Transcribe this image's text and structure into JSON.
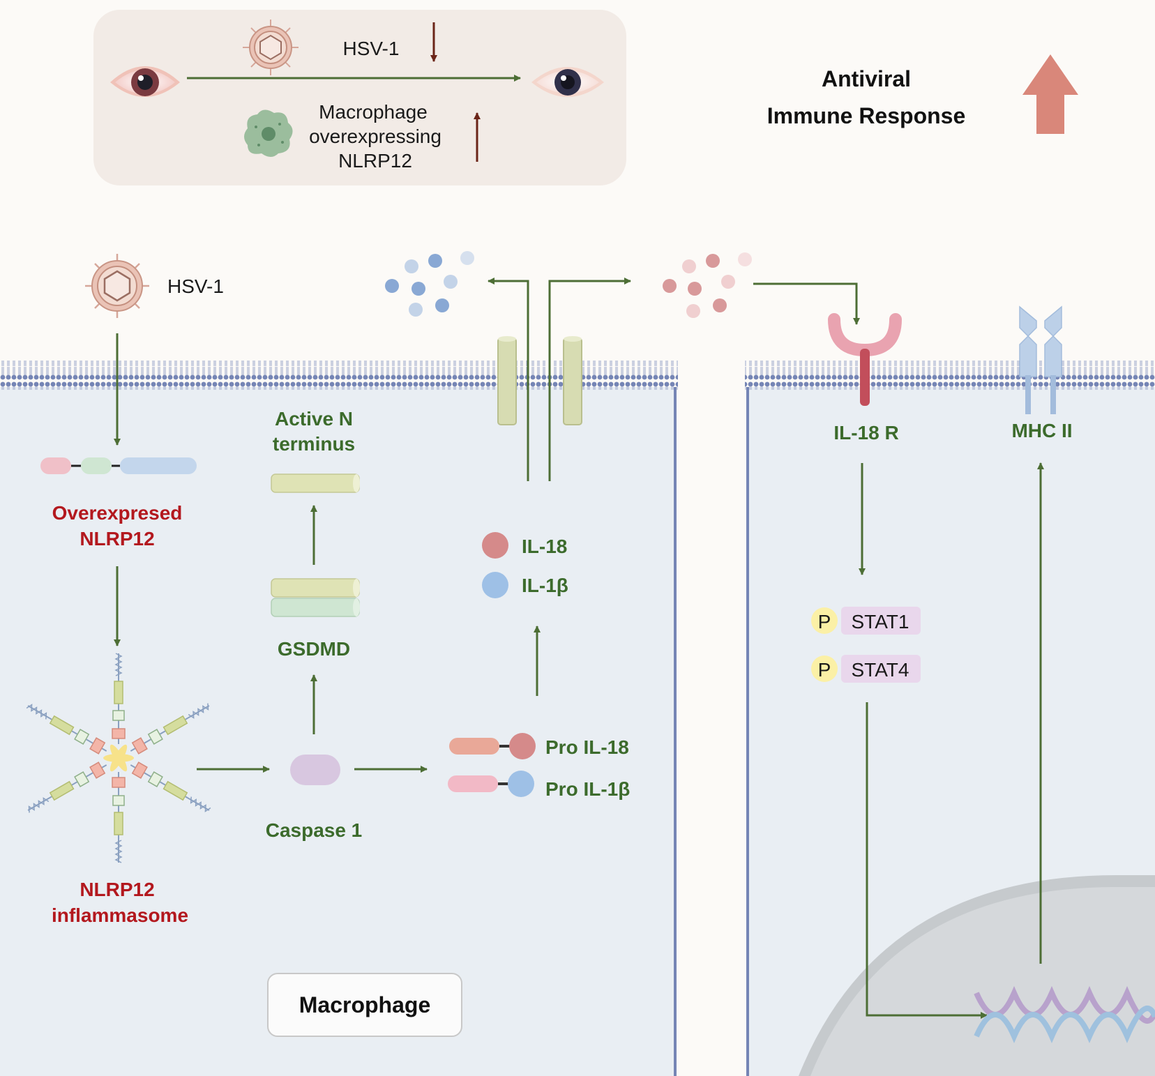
{
  "top_box": {
    "virus_label": "HSV-1",
    "macrophage_label_1": "Macrophage",
    "macrophage_label_2": "overexpressing",
    "macrophage_label_3": "NLRP12"
  },
  "outcome": {
    "line1": "Antiviral",
    "line2": "Immune Response"
  },
  "virus_label": "HSV-1",
  "nlrp12": {
    "overexpressed_1": "Overexpresed",
    "overexpressed_2": "NLRP12",
    "inflammasome_1": "NLRP12",
    "inflammasome_2": "inflammasome"
  },
  "gsdmd": {
    "active_1": "Active N",
    "active_2": "terminus",
    "label": "GSDMD"
  },
  "caspase": "Caspase 1",
  "cytokines": {
    "il18": "IL-18",
    "il1b": "IL-1β",
    "pro_il18": "Pro IL-18",
    "pro_il1b": "Pro IL-1β"
  },
  "receptor": {
    "il18r": "IL-18 R",
    "mhc": "MHC II"
  },
  "stat": {
    "p": "P",
    "stat1": "STAT1",
    "stat4": "STAT4"
  },
  "cell_label": "Macrophage",
  "colors": {
    "arrow": "#4d6e35",
    "cell_fill": "#e9eef3",
    "membrane": "#7585b5",
    "red_label": "#b3181e",
    "green_label": "#3c6b2c",
    "up_arrow": "#d9877a"
  }
}
